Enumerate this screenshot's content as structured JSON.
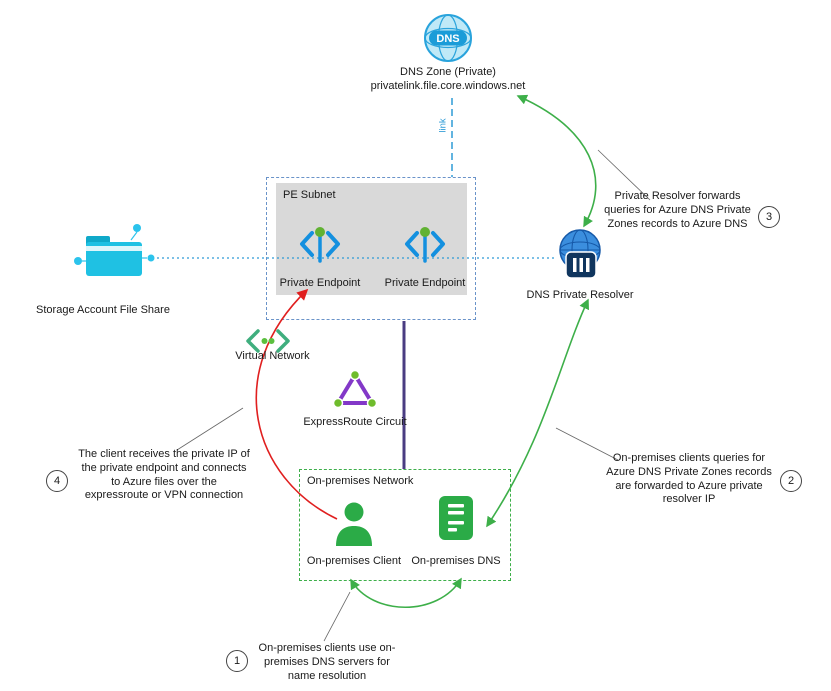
{
  "nodes": {
    "dns_zone": {
      "title": "DNS Zone (Private)",
      "subtitle": "privatelink.file.core.windows.net",
      "icon_text": "DNS"
    },
    "link": {
      "label": "link"
    },
    "pe_subnet": {
      "label": "PE Subnet"
    },
    "private_endpoint_left": {
      "label": "Private Endpoint"
    },
    "private_endpoint_right": {
      "label": "Private Endpoint"
    },
    "storage_file_share": {
      "label": "Storage Account File Share"
    },
    "dns_private_resolver": {
      "label": "DNS Private Resolver"
    },
    "virtual_network": {
      "label": "Virtual Network"
    },
    "expressroute_circuit": {
      "label": "ExpressRoute Circuit"
    },
    "onprem_network": {
      "label": "On-premises Network"
    },
    "onprem_client": {
      "label": "On-premises Client"
    },
    "onprem_dns": {
      "label": "On-premises DNS"
    }
  },
  "annotations": [
    {
      "number": "1",
      "text": "On-premises clients use on-premises DNS servers for name resolution"
    },
    {
      "number": "2",
      "text": "On-premises clients queries for Azure DNS Private Zones records are forwarded to Azure private resolver IP"
    },
    {
      "number": "3",
      "text": "Private Resolver forwards queries for Azure DNS Private Zones records to Azure DNS"
    },
    {
      "number": "4",
      "text": "The client receives the private IP of the private endpoint and connects to Azure files over the expressroute or VPN connection"
    }
  ],
  "icons": {
    "dns_zone": "globe-with-dns-band",
    "private_endpoint": "chevrons-with-green-node",
    "storage_file_share": "cyan-folder-with-link-dots",
    "dns_private_resolver": "globe-with-server-panel",
    "virtual_network": "green-chevrons-with-dots",
    "expressroute_circuit": "purple-triangle-green-vertices",
    "onprem_client": "green-person",
    "onprem_dns": "green-server"
  },
  "colors": {
    "arrow_green": "#3daf49",
    "arrow_red": "#e01f1f",
    "line_blue": "#2e9bd6",
    "line_purple": "#4a3c82",
    "pe_box_fill": "#d9d9d9",
    "pe_box_border": "#6a93c9",
    "onprem_box_border": "#3daf49",
    "storage_teal": "#1fc1e3",
    "azure_blue": "#1490df",
    "green_icon": "#2bab47",
    "expressroute_purple": "#8338c8"
  }
}
